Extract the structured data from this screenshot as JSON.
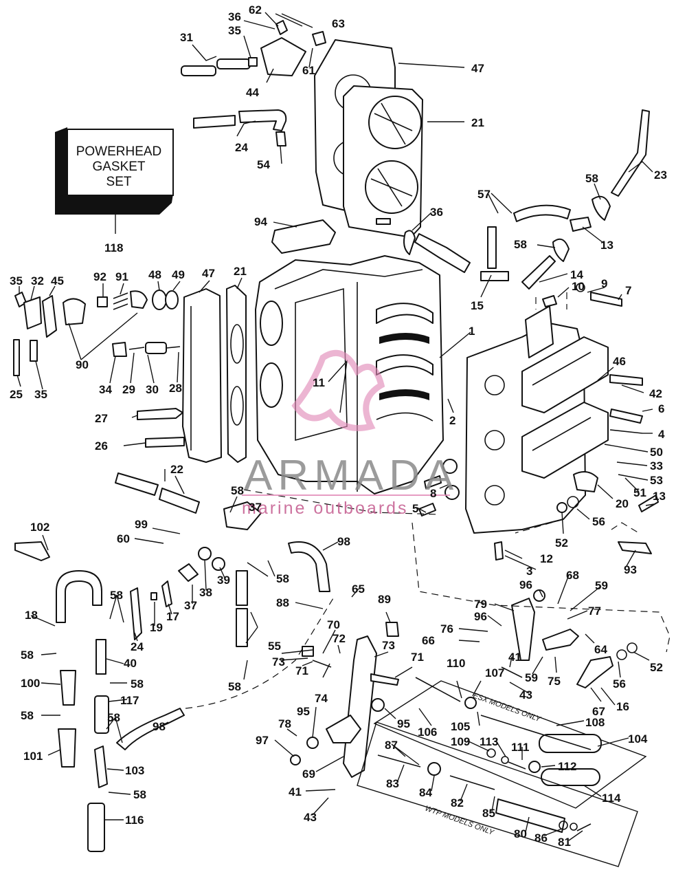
{
  "kit_box": {
    "line1": "POWERHEAD",
    "line2": "GASKET",
    "line3": "SET",
    "number": "118"
  },
  "notes": {
    "esx": "ESX MODELS ONLY",
    "wtp": "WTP MODELS ONLY"
  },
  "watermark": {
    "brand": "ARMADA",
    "tagline": "marine outboards",
    "color": "#e28bb8"
  },
  "callouts": [
    {
      "id": "c62",
      "text": "62"
    },
    {
      "id": "c36a",
      "text": "36"
    },
    {
      "id": "c63",
      "text": "63"
    },
    {
      "id": "c35a",
      "text": "35"
    },
    {
      "id": "c31",
      "text": "31"
    },
    {
      "id": "c61",
      "text": "61"
    },
    {
      "id": "c47a",
      "text": "47"
    },
    {
      "id": "c44",
      "text": "44"
    },
    {
      "id": "c21a",
      "text": "21"
    },
    {
      "id": "c24a",
      "text": "24"
    },
    {
      "id": "c54",
      "text": "54"
    },
    {
      "id": "c23",
      "text": "23"
    },
    {
      "id": "c58a",
      "text": "58"
    },
    {
      "id": "c94",
      "text": "94"
    },
    {
      "id": "c36b",
      "text": "36"
    },
    {
      "id": "c57",
      "text": "57"
    },
    {
      "id": "c58b",
      "text": "58"
    },
    {
      "id": "c13a",
      "text": "13"
    },
    {
      "id": "c14",
      "text": "14"
    },
    {
      "id": "c15",
      "text": "15"
    },
    {
      "id": "c10",
      "text": "10"
    },
    {
      "id": "c9",
      "text": "9"
    },
    {
      "id": "c7",
      "text": "7"
    },
    {
      "id": "c35b",
      "text": "35"
    },
    {
      "id": "c32",
      "text": "32"
    },
    {
      "id": "c45",
      "text": "45"
    },
    {
      "id": "c92",
      "text": "92"
    },
    {
      "id": "c91",
      "text": "91"
    },
    {
      "id": "c48",
      "text": "48"
    },
    {
      "id": "c49",
      "text": "49"
    },
    {
      "id": "c47b",
      "text": "47"
    },
    {
      "id": "c21b",
      "text": "21"
    },
    {
      "id": "c1",
      "text": "1"
    },
    {
      "id": "c46",
      "text": "46"
    },
    {
      "id": "c90",
      "text": "90"
    },
    {
      "id": "c25",
      "text": "25"
    },
    {
      "id": "c35c",
      "text": "35"
    },
    {
      "id": "c34",
      "text": "34"
    },
    {
      "id": "c29",
      "text": "29"
    },
    {
      "id": "c30",
      "text": "30"
    },
    {
      "id": "c28",
      "text": "28"
    },
    {
      "id": "c11",
      "text": "11"
    },
    {
      "id": "c42",
      "text": "42"
    },
    {
      "id": "c6",
      "text": "6"
    },
    {
      "id": "c27",
      "text": "27"
    },
    {
      "id": "c2",
      "text": "2"
    },
    {
      "id": "c4",
      "text": "4"
    },
    {
      "id": "c26",
      "text": "26"
    },
    {
      "id": "c50",
      "text": "50"
    },
    {
      "id": "c33",
      "text": "33"
    },
    {
      "id": "c53",
      "text": "53"
    },
    {
      "id": "c22",
      "text": "22"
    },
    {
      "id": "c51",
      "text": "51"
    },
    {
      "id": "c8",
      "text": "8"
    },
    {
      "id": "c20",
      "text": "20"
    },
    {
      "id": "c13b",
      "text": "13"
    },
    {
      "id": "c58c",
      "text": "58"
    },
    {
      "id": "c37a",
      "text": "37"
    },
    {
      "id": "c5",
      "text": "5"
    },
    {
      "id": "c56a",
      "text": "56"
    },
    {
      "id": "c102",
      "text": "102"
    },
    {
      "id": "c99",
      "text": "99"
    },
    {
      "id": "c60",
      "text": "60"
    },
    {
      "id": "c52a",
      "text": "52"
    },
    {
      "id": "c98a",
      "text": "98"
    },
    {
      "id": "c12",
      "text": "12"
    },
    {
      "id": "c93",
      "text": "93"
    },
    {
      "id": "c3",
      "text": "3"
    },
    {
      "id": "c58d",
      "text": "58"
    },
    {
      "id": "c39",
      "text": "39"
    },
    {
      "id": "c38",
      "text": "38"
    },
    {
      "id": "c68",
      "text": "68"
    },
    {
      "id": "c96a",
      "text": "96"
    },
    {
      "id": "c59a",
      "text": "59"
    },
    {
      "id": "c18",
      "text": "18"
    },
    {
      "id": "c58e",
      "text": "58"
    },
    {
      "id": "c37b",
      "text": "37"
    },
    {
      "id": "c17",
      "text": "17"
    },
    {
      "id": "c19",
      "text": "19"
    },
    {
      "id": "c65",
      "text": "65"
    },
    {
      "id": "c88",
      "text": "88"
    },
    {
      "id": "c89",
      "text": "89"
    },
    {
      "id": "c79",
      "text": "79"
    },
    {
      "id": "c77",
      "text": "77"
    },
    {
      "id": "c96b",
      "text": "96"
    },
    {
      "id": "c24b",
      "text": "24"
    },
    {
      "id": "c55",
      "text": "55"
    },
    {
      "id": "c70",
      "text": "70"
    },
    {
      "id": "c76",
      "text": "76"
    },
    {
      "id": "c66",
      "text": "66"
    },
    {
      "id": "c64",
      "text": "64"
    },
    {
      "id": "c58f",
      "text": "58"
    },
    {
      "id": "c72",
      "text": "72"
    },
    {
      "id": "c73a",
      "text": "73"
    },
    {
      "id": "c40",
      "text": "40"
    },
    {
      "id": "c73b",
      "text": "73"
    },
    {
      "id": "c71a",
      "text": "71"
    },
    {
      "id": "c41a",
      "text": "41"
    },
    {
      "id": "c52b",
      "text": "52"
    },
    {
      "id": "c58g",
      "text": "58"
    },
    {
      "id": "c59b",
      "text": "59"
    },
    {
      "id": "c56b",
      "text": "56"
    },
    {
      "id": "c100",
      "text": "100"
    },
    {
      "id": "c58h",
      "text": "58"
    },
    {
      "id": "c71b",
      "text": "71"
    },
    {
      "id": "c74",
      "text": "74"
    },
    {
      "id": "c110",
      "text": "110"
    },
    {
      "id": "c107",
      "text": "107"
    },
    {
      "id": "c75",
      "text": "75"
    },
    {
      "id": "c43a",
      "text": "43"
    },
    {
      "id": "c67",
      "text": "67"
    },
    {
      "id": "c16",
      "text": "16"
    },
    {
      "id": "c58i",
      "text": "58"
    },
    {
      "id": "c117",
      "text": "117"
    },
    {
      "id": "c58j",
      "text": "58"
    },
    {
      "id": "c95a",
      "text": "95"
    },
    {
      "id": "c95b",
      "text": "95"
    },
    {
      "id": "c106",
      "text": "106"
    },
    {
      "id": "c105",
      "text": "105"
    },
    {
      "id": "c108",
      "text": "108"
    },
    {
      "id": "c98b",
      "text": "98"
    },
    {
      "id": "c78",
      "text": "78"
    },
    {
      "id": "c104",
      "text": "104"
    },
    {
      "id": "c97",
      "text": "97"
    },
    {
      "id": "c109",
      "text": "109"
    },
    {
      "id": "c113",
      "text": "113"
    },
    {
      "id": "c111",
      "text": "111"
    },
    {
      "id": "c101",
      "text": "101"
    },
    {
      "id": "c87",
      "text": "87"
    },
    {
      "id": "c103",
      "text": "103"
    },
    {
      "id": "c112",
      "text": "112"
    },
    {
      "id": "c69",
      "text": "69"
    },
    {
      "id": "c83",
      "text": "83"
    },
    {
      "id": "c84",
      "text": "84"
    },
    {
      "id": "c58k",
      "text": "58"
    },
    {
      "id": "c41b",
      "text": "41"
    },
    {
      "id": "c114",
      "text": "114"
    },
    {
      "id": "c82",
      "text": "82"
    },
    {
      "id": "c85",
      "text": "85"
    },
    {
      "id": "c43b",
      "text": "43"
    },
    {
      "id": "c116",
      "text": "116"
    },
    {
      "id": "c80",
      "text": "80"
    },
    {
      "id": "c86",
      "text": "86"
    },
    {
      "id": "c81",
      "text": "81"
    }
  ]
}
